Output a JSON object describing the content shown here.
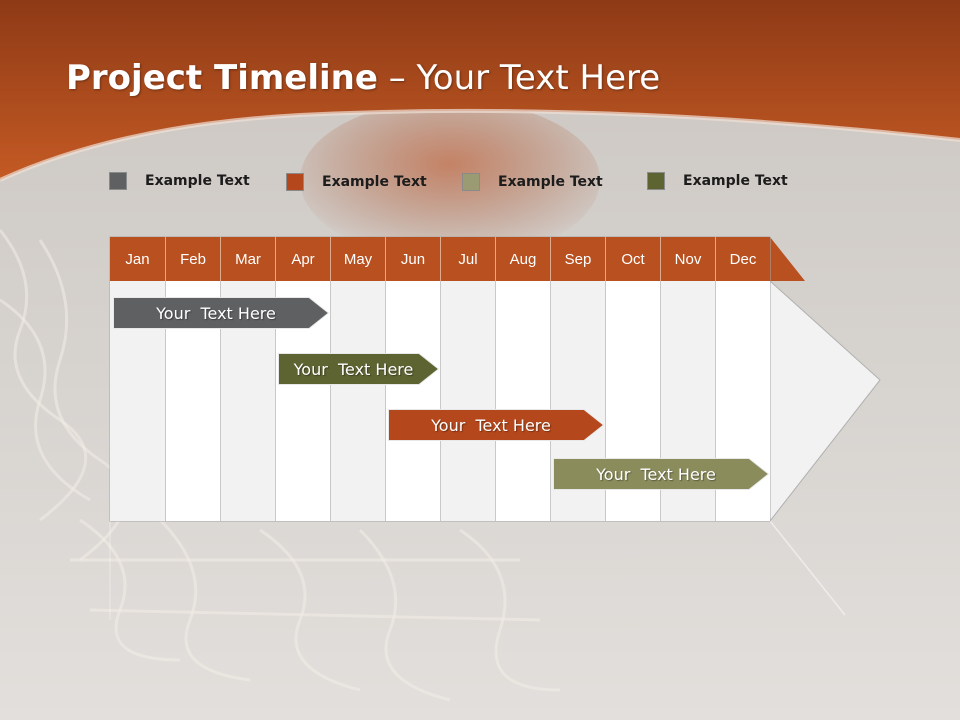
{
  "title": {
    "bold": "Project Timeline",
    "rest": " – Your Text Here"
  },
  "colors": {
    "header_orange": "#c0521e",
    "header_dark": "#8e3a16",
    "month_bar": "#b8501f",
    "grid_alt": "#f2f2f2",
    "grid_plain": "#ffffff",
    "background": "#d6d2ce"
  },
  "legend": [
    {
      "label": "Example Text",
      "color": "#5f6061"
    },
    {
      "label": "Example Text",
      "color": "#b4481c"
    },
    {
      "label": "Example Text",
      "color": "#9a9b72"
    },
    {
      "label": "Example Text",
      "color": "#5d6331"
    }
  ],
  "months": [
    "Jan",
    "Feb",
    "Mar",
    "Apr",
    "May",
    "Jun",
    "Jul",
    "Aug",
    "Sep",
    "Oct",
    "Nov",
    "Dec"
  ],
  "tasks": [
    {
      "label": "Your  Text Here",
      "start_month": 1.0,
      "end_month": 4.0,
      "color": "#5f6061"
    },
    {
      "label": "Your  Text Here",
      "start_month": 4.0,
      "end_month": 6.0,
      "color": "#5d6331"
    },
    {
      "label": "Your  Text Here",
      "start_month": 6.0,
      "end_month": 9.0,
      "color": "#b4481c"
    },
    {
      "label": "Your  Text Here",
      "start_month": 9.0,
      "end_month": 12.0,
      "color": "#8a8c5c"
    }
  ]
}
